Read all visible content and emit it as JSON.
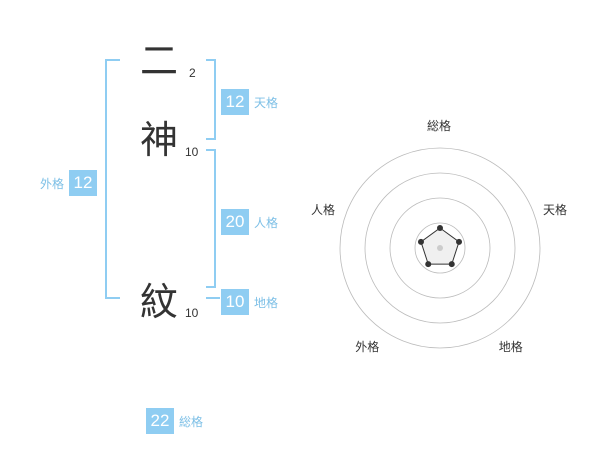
{
  "name_chars": [
    {
      "char": "二",
      "strokes": "2"
    },
    {
      "char": "神",
      "strokes": "10"
    },
    {
      "char": "紋",
      "strokes": "10"
    }
  ],
  "fortune": {
    "tenkaku": {
      "value": "12",
      "label": "天格"
    },
    "jinkaku": {
      "value": "20",
      "label": "人格"
    },
    "chikaku": {
      "value": "10",
      "label": "地格"
    },
    "gaikaku": {
      "value": "12",
      "label": "外格"
    },
    "soukaku": {
      "value": "22",
      "label": "総格"
    }
  },
  "colors": {
    "accent": "#8fcdf2",
    "accent_text": "#7cbfe6",
    "bracket": "#8fcdf2",
    "text": "#333333"
  },
  "chart_data": {
    "type": "radar",
    "axes": [
      "総格",
      "天格",
      "地格",
      "外格",
      "人格"
    ],
    "values": [
      1,
      1,
      1,
      1,
      1
    ],
    "max": 5,
    "rings": 4,
    "grid": true
  }
}
